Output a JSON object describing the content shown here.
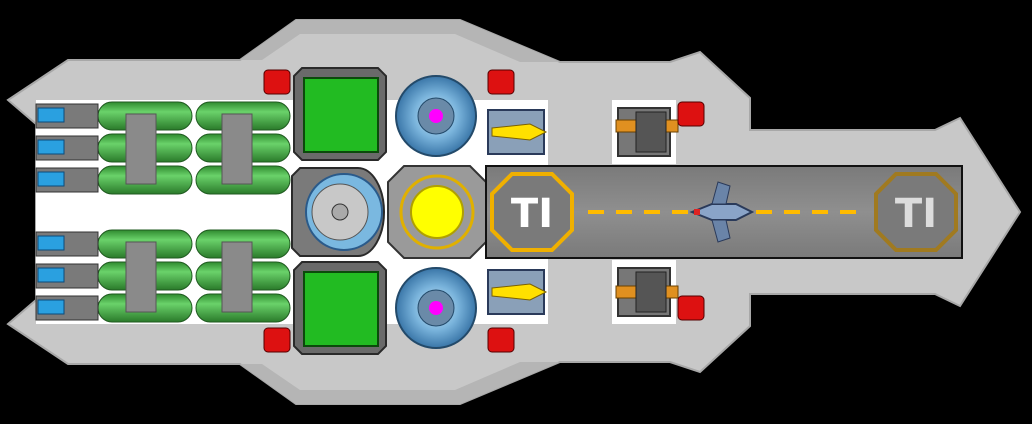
{
  "screen": {
    "type": "ship-layout",
    "background_color": "#000000"
  },
  "hull": {
    "color": "#c8c8c8",
    "outline_color": "#9a9a9a"
  },
  "engine_banks": {
    "count": 2,
    "thrusters_per_bank": 3,
    "fuel_tank_columns": 2,
    "tank_color": "#3faa3f",
    "thruster_glow_color": "#2aa0e0"
  },
  "modules": {
    "power_core": {
      "color": "#ffff00",
      "ring_color": "#e0b000"
    },
    "reactors": {
      "count": 2,
      "core_color": "#ff00ff",
      "ring_color": "#3a8ac8"
    },
    "cargo_bays": {
      "count": 2,
      "fill_color": "#22bb22"
    },
    "shield_dome": {
      "color": "#7ab8e0"
    },
    "missile_launchers": {
      "count": 2,
      "missile_color": "#ffe000"
    },
    "turrets": {
      "count": 2,
      "accent_color": "#e09020"
    },
    "warning_lights": {
      "count": 6,
      "color": "#dd1111"
    }
  },
  "hangar": {
    "runway_color": "#8a8a8a",
    "centerline_color": "#ffbb00",
    "pad_left_symbol": "TI",
    "pad_right_symbol": "TI",
    "pad_left_ring_color": "#f0b000",
    "pad_right_ring_color": "#a07a20",
    "docked_ship": {
      "color": "#8aa4c8",
      "engine_color": "#dd2222"
    }
  }
}
